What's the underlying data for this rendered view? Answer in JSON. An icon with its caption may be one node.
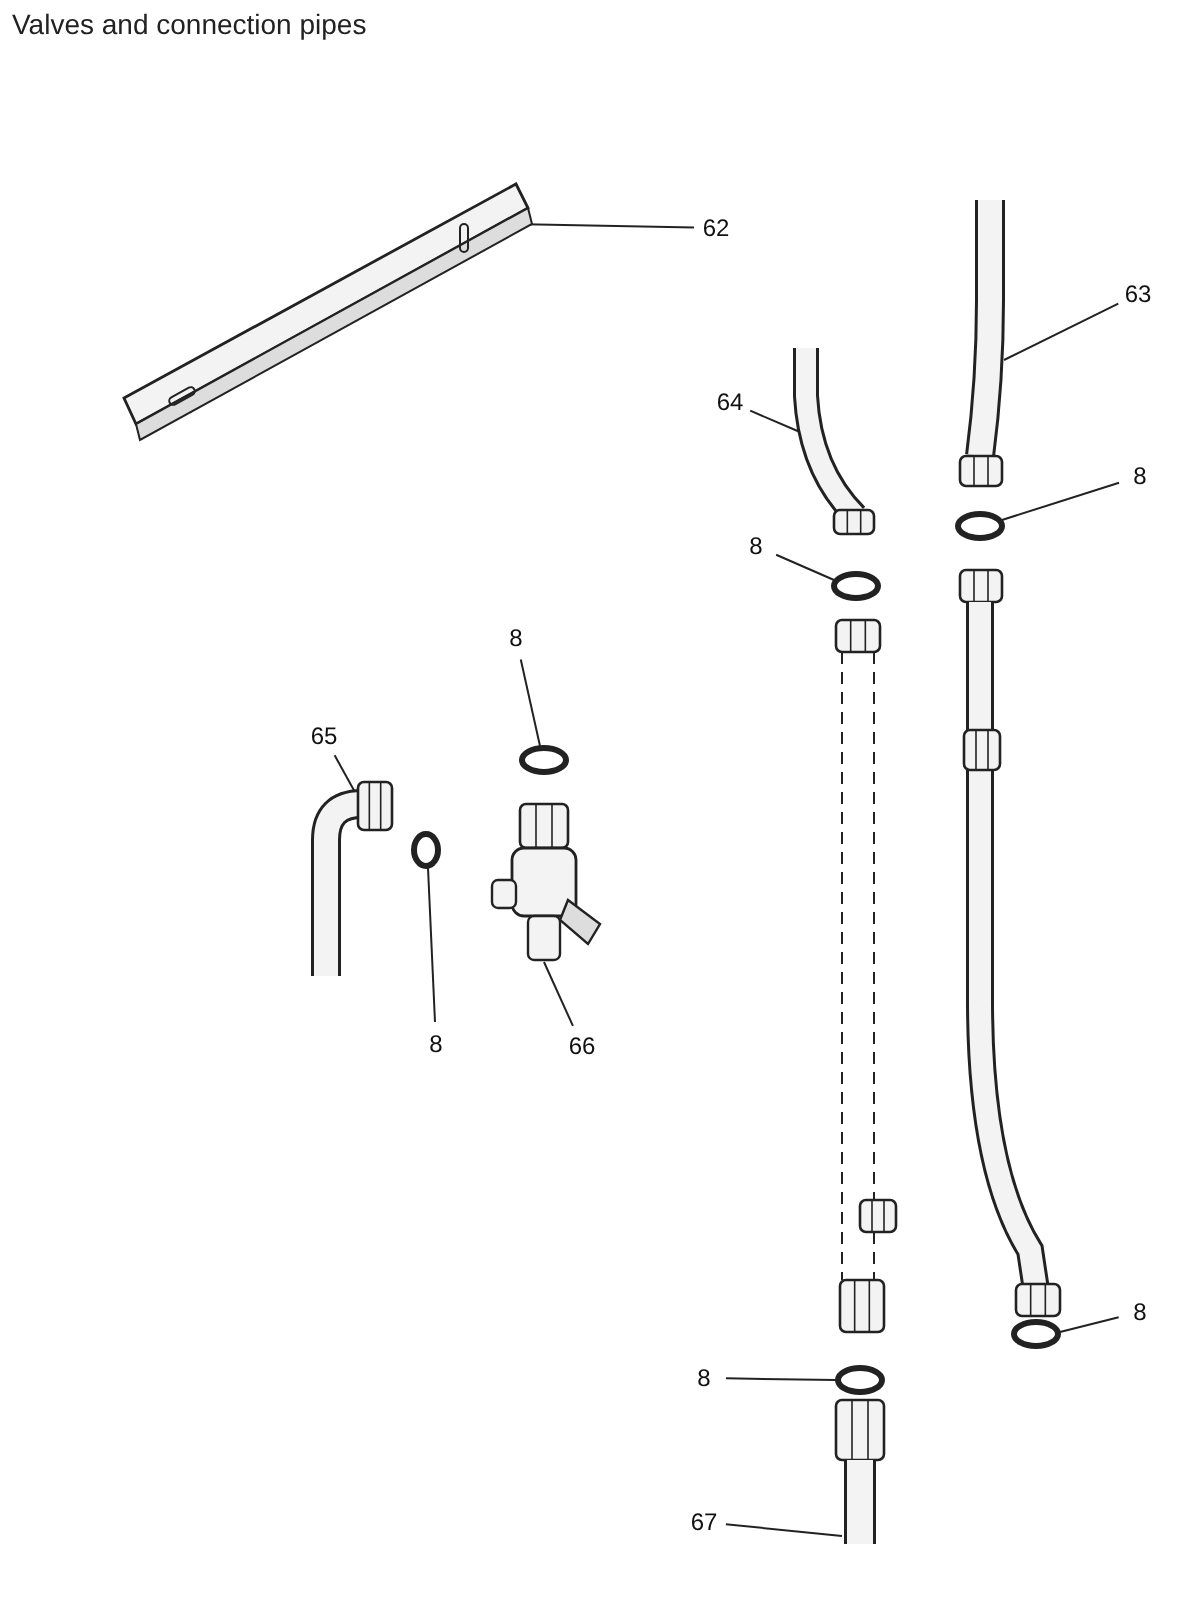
{
  "diagram": {
    "title": "Valves and connection pipes",
    "nodes": [
      {
        "text": [
          "62"
        ]
      },
      {
        "text": [],
        "shape": "picture"
      },
      {
        "text": [
          "63"
        ]
      },
      {
        "text": [],
        "shape": "picture"
      },
      {
        "text": [
          "64"
        ]
      },
      {
        "text": [],
        "shape": "picture"
      },
      {
        "text": [
          "8"
        ]
      },
      {
        "text": [],
        "shape": "circle"
      },
      {
        "text": [
          "8"
        ]
      },
      {
        "text": [],
        "shape": "circle"
      },
      {
        "text": [
          "8"
        ]
      },
      {
        "text": [],
        "shape": "circle"
      },
      {
        "text": [
          "65"
        ]
      },
      {
        "text": [],
        "shape": "picture"
      },
      {
        "text": [
          "8"
        ]
      },
      {
        "text": [],
        "shape": "circle"
      },
      {
        "text": [
          "66"
        ]
      },
      {
        "text": [],
        "shape": "picture"
      },
      {
        "text": [
          "8"
        ]
      },
      {
        "text": [],
        "shape": "circle"
      },
      {
        "text": [
          "8"
        ]
      },
      {
        "text": [],
        "shape": "circle"
      },
      {
        "text": [
          "67"
        ]
      },
      {
        "text": [],
        "shape": "picture"
      }
    ],
    "edges": [
      {
        "from": 0,
        "to": 1,
        "arrow": "none"
      },
      {
        "from": 2,
        "to": 3,
        "arrow": "none"
      },
      {
        "from": 4,
        "to": 5,
        "arrow": "none"
      },
      {
        "from": 6,
        "to": 7,
        "arrow": "none"
      },
      {
        "from": 8,
        "to": 9,
        "arrow": "none"
      },
      {
        "from": 10,
        "to": 11,
        "arrow": "none"
      },
      {
        "from": 12,
        "to": 13,
        "arrow": "none"
      },
      {
        "from": 14,
        "to": 15,
        "arrow": "none"
      },
      {
        "from": 16,
        "to": 17,
        "arrow": "none"
      },
      {
        "from": 18,
        "to": 19,
        "arrow": "none"
      },
      {
        "from": 20,
        "to": 21,
        "arrow": "none"
      },
      {
        "from": 22,
        "to": 23,
        "arrow": "none"
      }
    ]
  }
}
